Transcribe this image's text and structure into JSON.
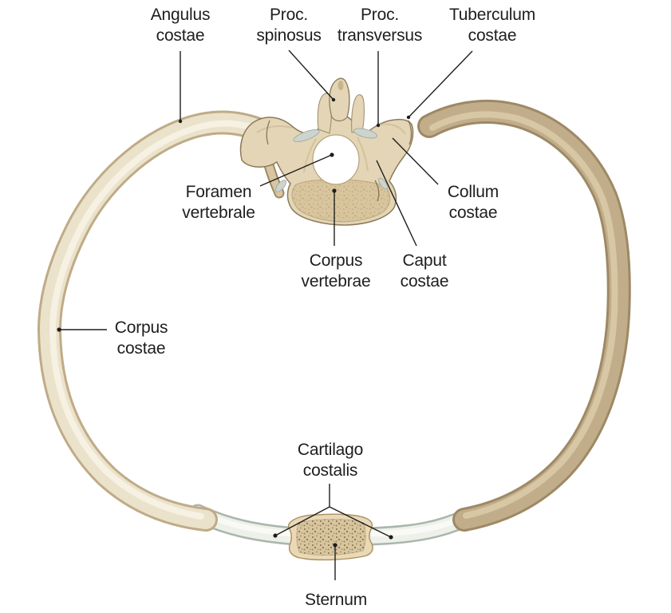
{
  "labels": {
    "angulus_costae": {
      "line1": "Angulus",
      "line2": "costae"
    },
    "proc_spinosus": {
      "line1": "Proc.",
      "line2": "spinosus"
    },
    "proc_transversus": {
      "line1": "Proc.",
      "line2": "transversus"
    },
    "tuberculum_costae": {
      "line1": "Tuberculum",
      "line2": "costae"
    },
    "foramen_vertebrale": {
      "line1": "Foramen",
      "line2": "vertebrale"
    },
    "collum_costae": {
      "line1": "Collum",
      "line2": "costae"
    },
    "corpus_vertebrae": {
      "line1": "Corpus",
      "line2": "vertebrae"
    },
    "caput_costae": {
      "line1": "Caput",
      "line2": "costae"
    },
    "corpus_costae": {
      "line1": "Corpus",
      "line2": "costae"
    },
    "cartilago_costalis": {
      "line1": "Cartilago",
      "line2": "costalis"
    },
    "sternum": {
      "line1": "Sternum"
    }
  },
  "colors": {
    "background": "#ffffff",
    "text": "#1e1e1e",
    "leader_line": "#1e1e1e",
    "rib_left_fill": "#ebe2cb",
    "rib_left_edge": "#bfab87",
    "rib_left_highlight": "#f6f1e2",
    "rib_right_fill": "#c2ad8b",
    "rib_right_edge": "#9d8965",
    "rib_right_highlight": "#d7c7a5",
    "vertebra_fill": "#e3d5b5",
    "vertebra_outline": "#8c7b5b",
    "vertebral_body_fill": "#d8c59d",
    "foramen_fill": "#ffffff",
    "facet_cartilage": "#cdd3cd",
    "costal_cartilage_fill": "#eef1ea",
    "costal_cartilage_edge": "#a9b6ac",
    "sternum_fill": "#e9d9b7",
    "sternum_outline": "#ab8f60",
    "sternum_speckle": "#7d6040"
  }
}
